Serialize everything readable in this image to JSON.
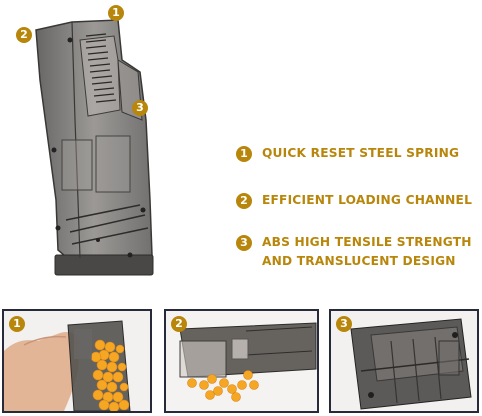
{
  "colors": {
    "accent": "#b8860b",
    "frame": "#262a3a",
    "magazine": "#5c5a58",
    "bb": "#f5a623"
  },
  "hero": {
    "markers": [
      "1",
      "2",
      "3"
    ]
  },
  "features": [
    {
      "number": "1",
      "text": "QUICK RESET STEEL SPRING"
    },
    {
      "number": "2",
      "text": "EFFICIENT LOADING CHANNEL"
    },
    {
      "number": "3",
      "line1": "ABS HIGH TENSILE STRENGTH",
      "line2": "AND TRANSLUCENT DESIGN"
    }
  ],
  "thumbnails": [
    {
      "number": "1",
      "subject": "hand-holding-magazine-with-bbs"
    },
    {
      "number": "2",
      "subject": "loading-channel-with-bbs"
    },
    {
      "number": "3",
      "subject": "magazine-closeup"
    }
  ]
}
